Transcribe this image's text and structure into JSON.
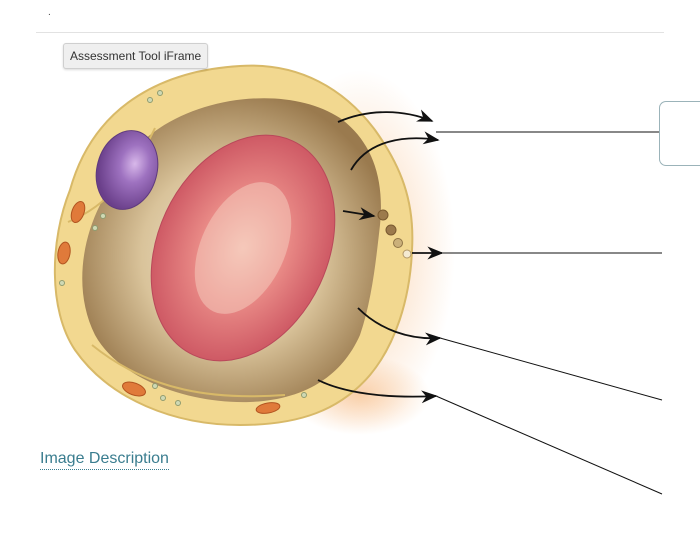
{
  "header": {
    "marker": "."
  },
  "tooltip": {
    "text": "Assessment Tool iFrame"
  },
  "figure": {
    "image_description_link": "Image Description"
  },
  "colors": {
    "membrane": "#f2d890",
    "cytoplasm": "#b8986a",
    "nucleus": "#9a6cb8",
    "red_blood_cell": "#d9606a",
    "mitochondria": "#e07a3a",
    "link": "#3a7d8f",
    "label_box_border": "#9bb3b9"
  },
  "icons": {
    "arrow": "arrowhead"
  }
}
